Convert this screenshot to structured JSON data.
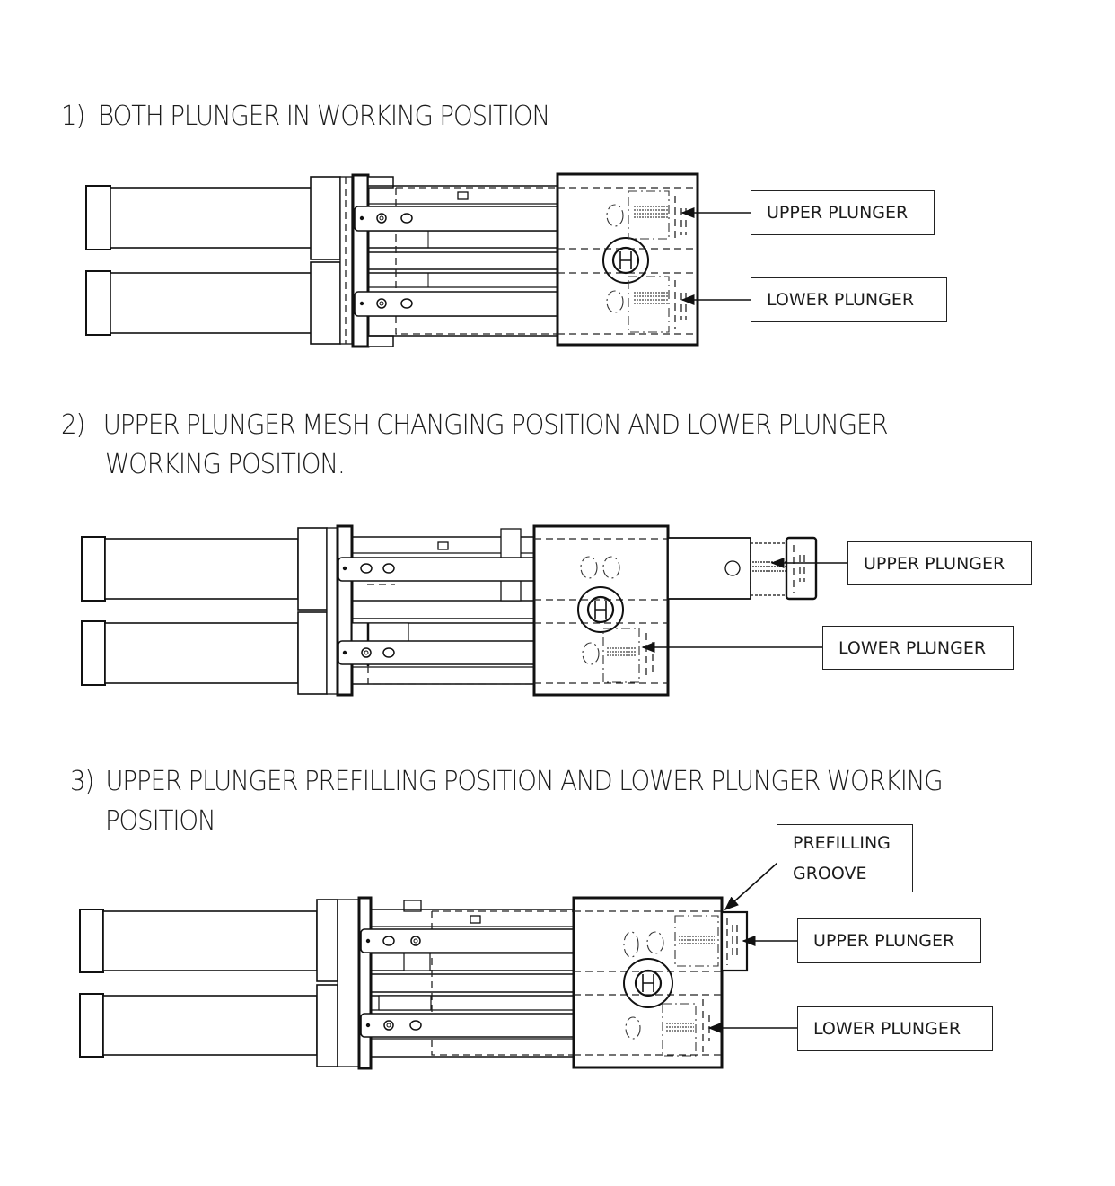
{
  "sections": [
    {
      "id": "1",
      "number": "1)",
      "title_line1": "BOTH PLUNGER IN WORKING POSITION",
      "title_line2": "",
      "upper_plunger_state": "working",
      "lower_plunger_state": "working",
      "callouts": {
        "upper": "UPPER PLUNGER",
        "lower": "LOWER PLUNGER"
      }
    },
    {
      "id": "2",
      "number": "2)",
      "title_line1": "UPPER PLUNGER MESH CHANGING POSITION AND LOWER PLUNGER",
      "title_line2": "WORKING POSITION.",
      "upper_plunger_state": "mesh changing",
      "lower_plunger_state": "working",
      "callouts": {
        "upper": "UPPER PLUNGER",
        "lower": "LOWER PLUNGER"
      }
    },
    {
      "id": "3",
      "number": "3)",
      "title_line1": "UPPER PLUNGER PREFILLING POSITION AND LOWER PLUNGER WORKING",
      "title_line2": "POSITION",
      "upper_plunger_state": "prefilling",
      "lower_plunger_state": "working",
      "callouts": {
        "prefill_line1": "PREFILLING",
        "prefill_line2": "GROOVE",
        "upper": "UPPER PLUNGER",
        "lower": "LOWER PLUNGER"
      }
    }
  ]
}
